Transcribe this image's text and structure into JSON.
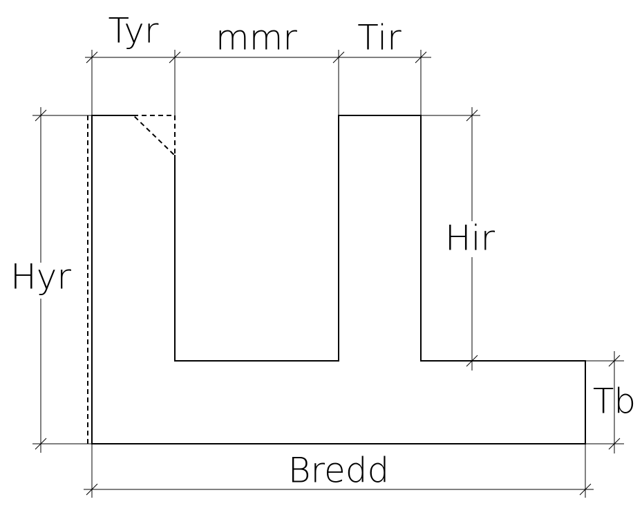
{
  "labels": {
    "tyr": "Tyr",
    "mmr": "mmr",
    "tir": "Tir",
    "hyr": "Hyr",
    "hir": "Hir",
    "tb": "Tb",
    "bredd": "Bredd"
  }
}
